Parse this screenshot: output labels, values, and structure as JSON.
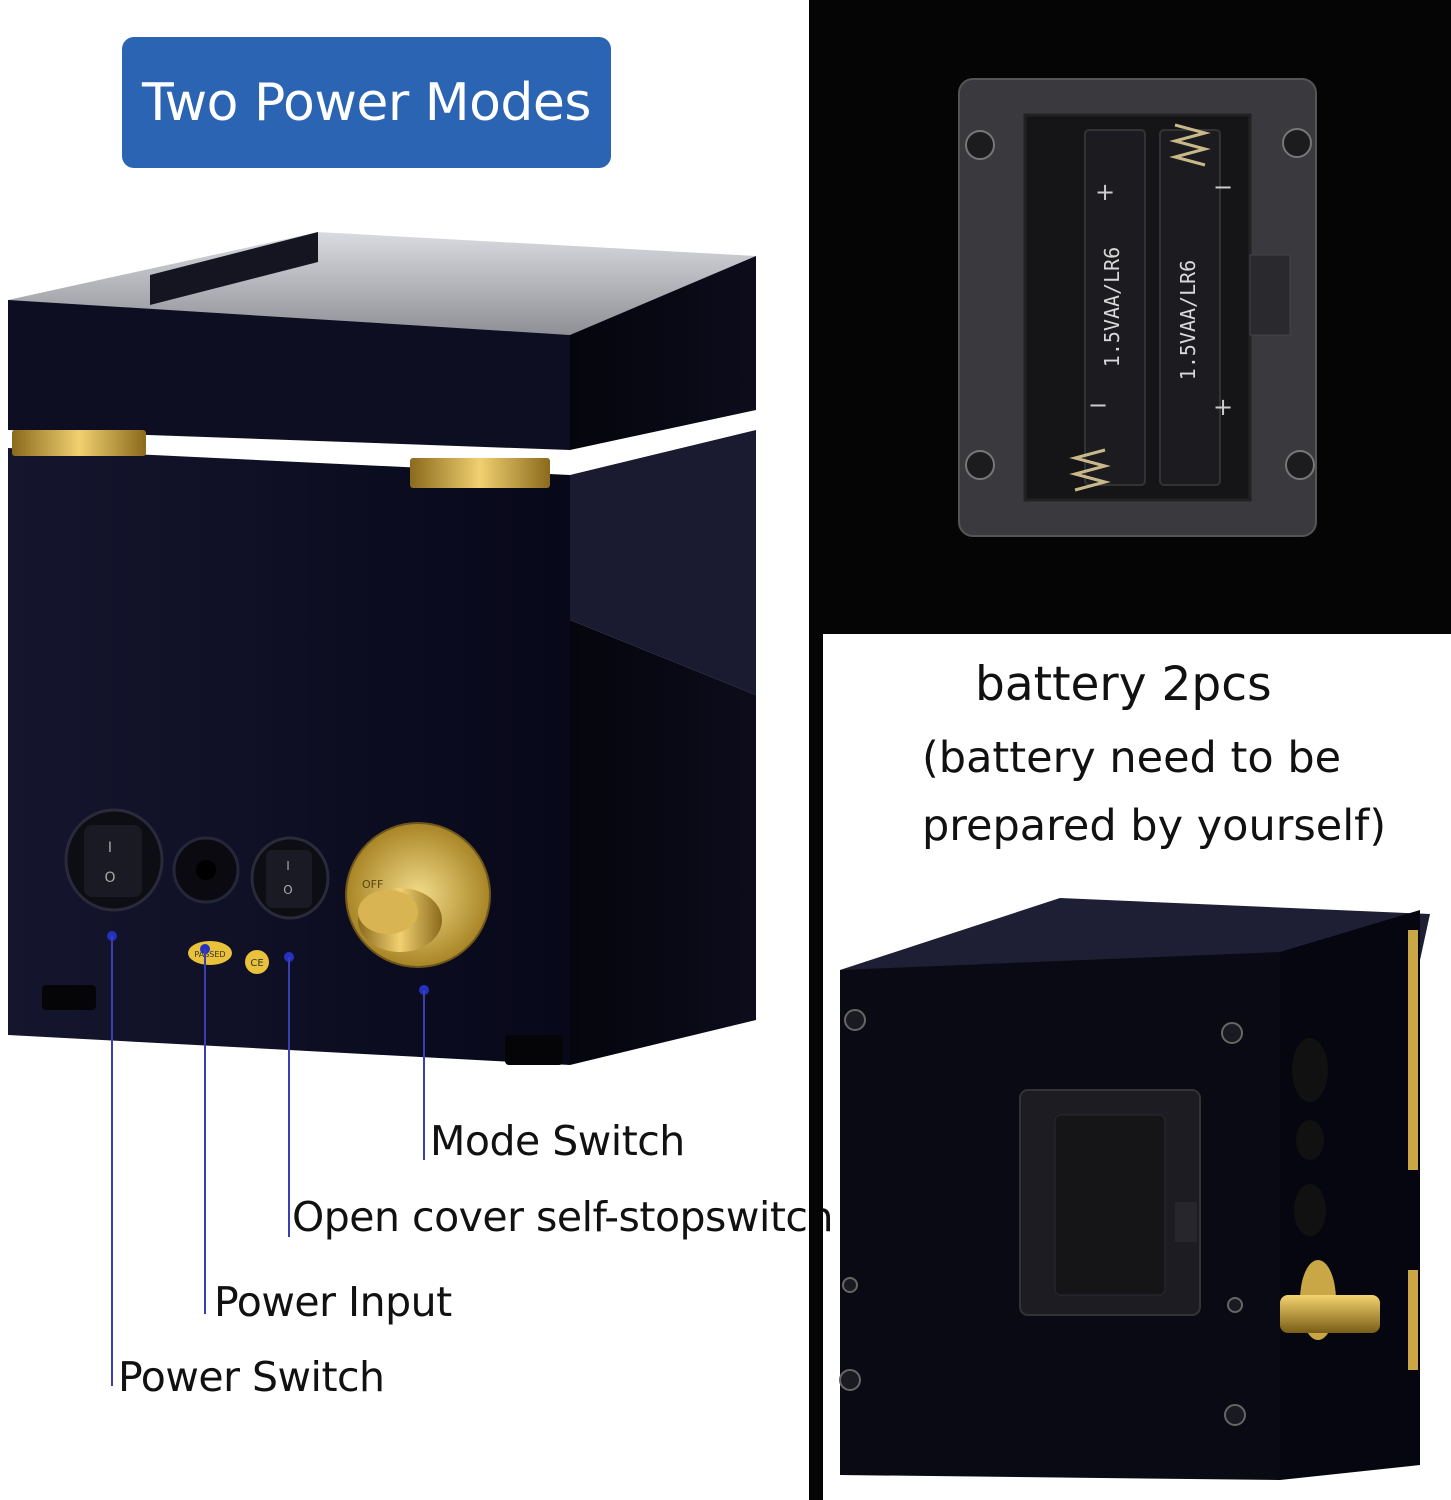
{
  "header": {
    "title": "Two Power Modes"
  },
  "callouts": {
    "mode_switch": "Mode Switch",
    "open_cover": "Open cover self-stopswitch",
    "power_input": "Power Input",
    "power_switch": "Power Switch"
  },
  "battery_caption": {
    "line1": "battery 2pcs",
    "line2": "(battery need to be",
    "line3": "prepared by yourself)"
  },
  "battery_compartment": {
    "cell_label": "1.5VAA/LR6",
    "plus": "+",
    "minus": "−"
  },
  "device": {
    "switch_on": "I",
    "switch_off": "O",
    "knob_mark": "OFF",
    "cert_pass": "PASSED",
    "cert_ce": "CE"
  },
  "colors": {
    "badge": "#2b64b2",
    "callout": "#2530c0",
    "box": "#0b0b1e",
    "hinge": "#c9a646"
  }
}
